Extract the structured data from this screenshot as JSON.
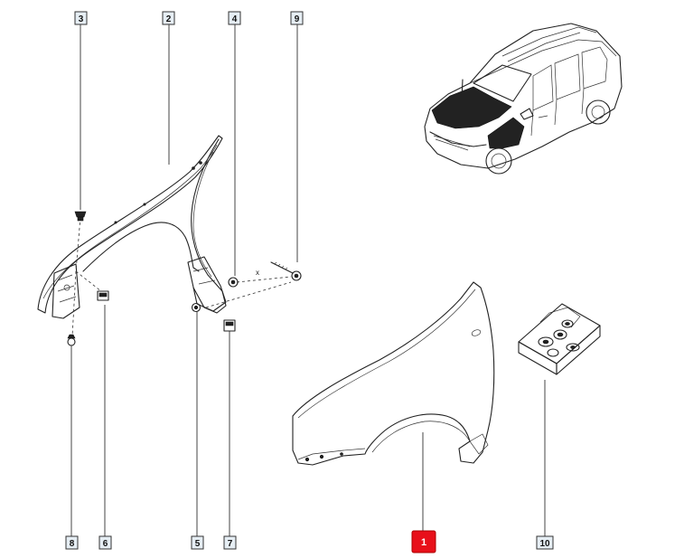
{
  "callouts": {
    "c1": "1",
    "c2": "2",
    "c3": "3",
    "c4": "4",
    "c5": "5",
    "c6": "6",
    "c7": "7",
    "c8": "8",
    "c9": "9",
    "c10": "10"
  },
  "markers": {
    "x": "x"
  },
  "colors": {
    "highlight": "#e8101a",
    "box_fill": "#e6eef4",
    "line": "#222222"
  }
}
